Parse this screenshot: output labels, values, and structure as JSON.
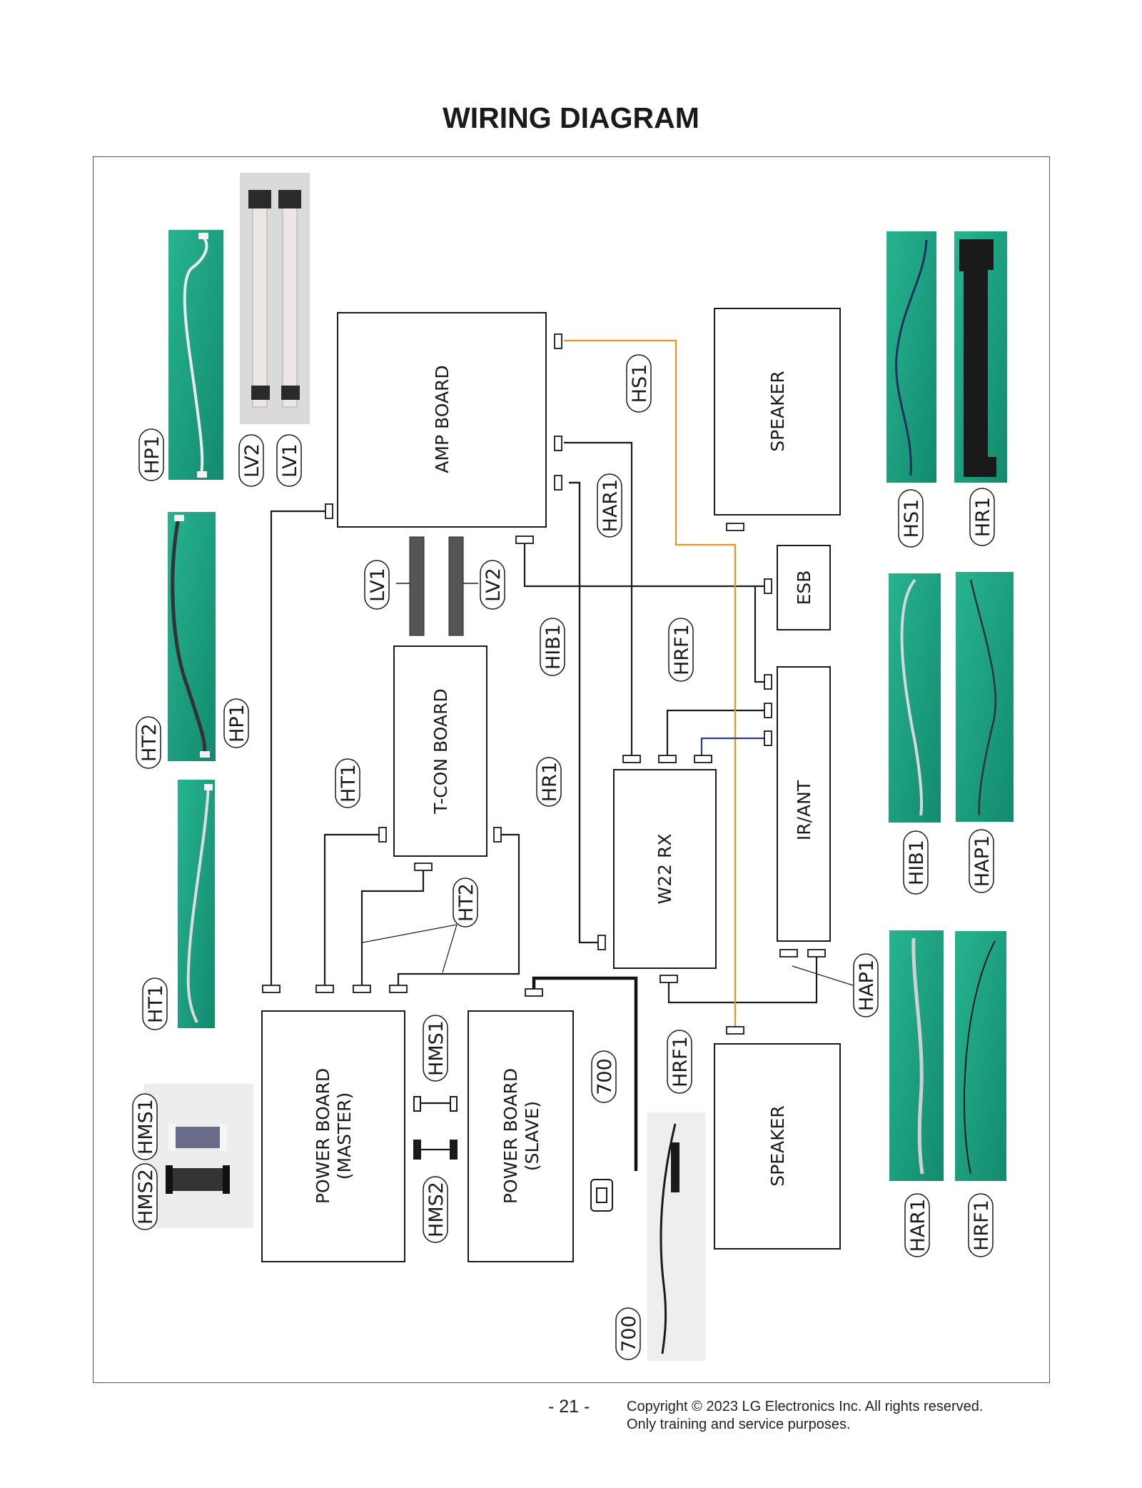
{
  "title": "WIRING DIAGRAM",
  "footer": {
    "page_number": "- 21 -",
    "copyright_line1": "Copyright © 2023 LG Electronics Inc. All rights reserved.",
    "copyright_line2": "Only training and service purposes."
  },
  "boards": {
    "amp": "AMP BOARD",
    "speaker_top": "SPEAKER",
    "esb": "ESB",
    "tcon": "T-CON BOARD",
    "ir_ant": "IR/ANT",
    "w22": "W22 RX",
    "power_master_line1": "POWER BOARD",
    "power_master_line2": "(MASTER)",
    "power_slave_line1": "POWER BOARD",
    "power_slave_line2": "(SLAVE)",
    "speaker_bottom": "SPEAKER"
  },
  "cable_labels": {
    "hs1": "HS1",
    "har1": "HAR1",
    "lv1": "LV1",
    "lv2": "LV2",
    "hib1": "HIB1",
    "hrf1_top": "HRF1",
    "hp1": "HP1",
    "ht1": "HT1",
    "hr1": "HR1",
    "ht2": "HT2",
    "hap1": "HAP1",
    "hms1": "HMS1",
    "hms2": "HMS2",
    "c700": "700",
    "hrf1_bottom": "HRF1"
  },
  "photo_labels": {
    "hp1": "HP1",
    "lv2": "LV2",
    "lv1": "LV1",
    "ht2": "HT2",
    "ht1": "HT1",
    "hms1": "HMS1",
    "hms2": "HMS2",
    "c700": "700",
    "hs1": "HS1",
    "hr1": "HR1",
    "hib1": "HIB1",
    "hap1": "HAP1",
    "har1": "HAR1",
    "hrf1": "HRF1"
  },
  "colors": {
    "hs1_wire": "#e8961e",
    "hap1_wire": "#2b3a8f",
    "photo_green": "#1fa585"
  }
}
